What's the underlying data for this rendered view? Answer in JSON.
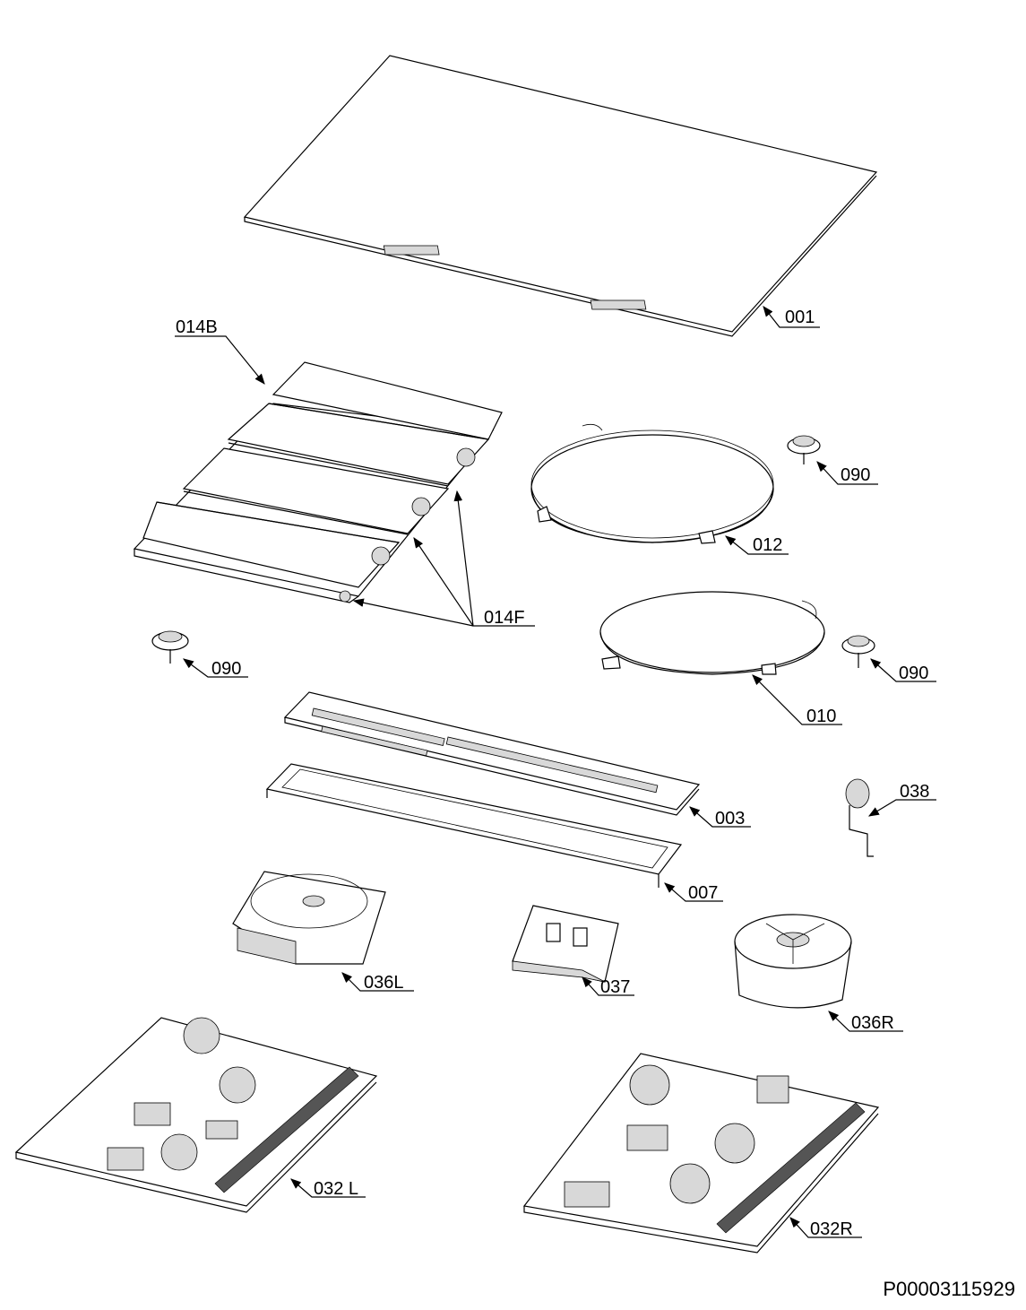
{
  "labels": {
    "p001": "001",
    "p014B": "014B",
    "p014F": "014F",
    "p090a": "090",
    "p090b": "090",
    "p090c": "090",
    "p012": "012",
    "p010": "010",
    "p003": "003",
    "p007": "007",
    "p038": "038",
    "p036L": "036L",
    "p037": "037",
    "p036R": "036R",
    "p032L": "032 L",
    "p032R": "032R"
  },
  "drawing_id": "P00003115929"
}
